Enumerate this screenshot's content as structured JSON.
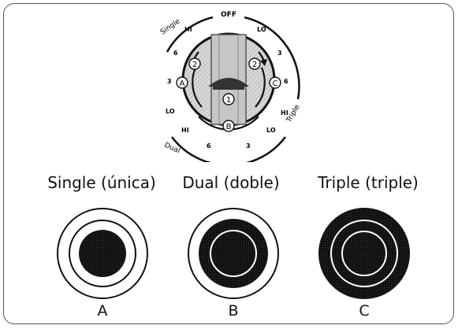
{
  "knob": {
    "top_label": "OFF",
    "left_arc_label": "Single",
    "right_arc_label": "Triple",
    "bottom_arc_label": "Dual",
    "left_scale": [
      "HI",
      "6",
      "3",
      "LO"
    ],
    "right_scale": [
      "LO",
      "3",
      "6",
      "HI"
    ],
    "bottom_scale": [
      "HI",
      "6",
      "3",
      "LO"
    ],
    "callouts": {
      "step1": "1",
      "step2_left": "2",
      "step2_right": "2",
      "a": "A",
      "b": "B",
      "c": "C"
    }
  },
  "elements": [
    {
      "caption": "Single (única)",
      "letter": "A"
    },
    {
      "caption": "Dual (doble)",
      "letter": "B"
    },
    {
      "caption": "Triple (triple)",
      "letter": "C"
    }
  ],
  "colors": {
    "ink": "#111111",
    "knob_fill": "#cfcfcf",
    "pointer": "#333333"
  }
}
